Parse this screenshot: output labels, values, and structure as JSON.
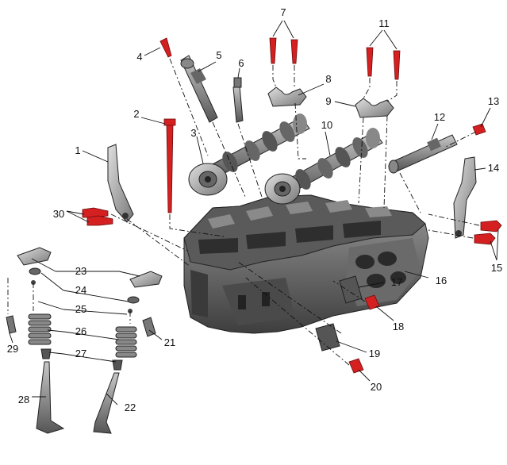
{
  "callouts": [
    {
      "id": "1",
      "text": "1"
    },
    {
      "id": "2",
      "text": "2"
    },
    {
      "id": "3",
      "text": "3"
    },
    {
      "id": "4",
      "text": "4"
    },
    {
      "id": "5",
      "text": "5"
    },
    {
      "id": "6",
      "text": "6"
    },
    {
      "id": "7",
      "text": "7"
    },
    {
      "id": "8",
      "text": "8"
    },
    {
      "id": "9",
      "text": "9"
    },
    {
      "id": "10",
      "text": "10"
    },
    {
      "id": "11",
      "text": "11"
    },
    {
      "id": "12",
      "text": "12"
    },
    {
      "id": "13",
      "text": "13"
    },
    {
      "id": "14",
      "text": "14"
    },
    {
      "id": "15",
      "text": "15"
    },
    {
      "id": "16",
      "text": "16"
    },
    {
      "id": "17",
      "text": "17"
    },
    {
      "id": "18",
      "text": "18"
    },
    {
      "id": "19",
      "text": "19"
    },
    {
      "id": "20",
      "text": "20"
    },
    {
      "id": "21",
      "text": "21"
    },
    {
      "id": "22",
      "text": "22"
    },
    {
      "id": "23",
      "text": "23"
    },
    {
      "id": "24",
      "text": "24"
    },
    {
      "id": "25",
      "text": "25"
    },
    {
      "id": "26",
      "text": "26"
    },
    {
      "id": "27",
      "text": "27"
    },
    {
      "id": "28",
      "text": "28"
    },
    {
      "id": "29",
      "text": "29"
    },
    {
      "id": "30",
      "text": "30"
    }
  ],
  "colors": {
    "fastener": "#d42020",
    "casting_dark": "#4a4a4a",
    "casting_mid": "#7a7a7a",
    "casting_light": "#b8b8b8",
    "line": "#111111"
  }
}
